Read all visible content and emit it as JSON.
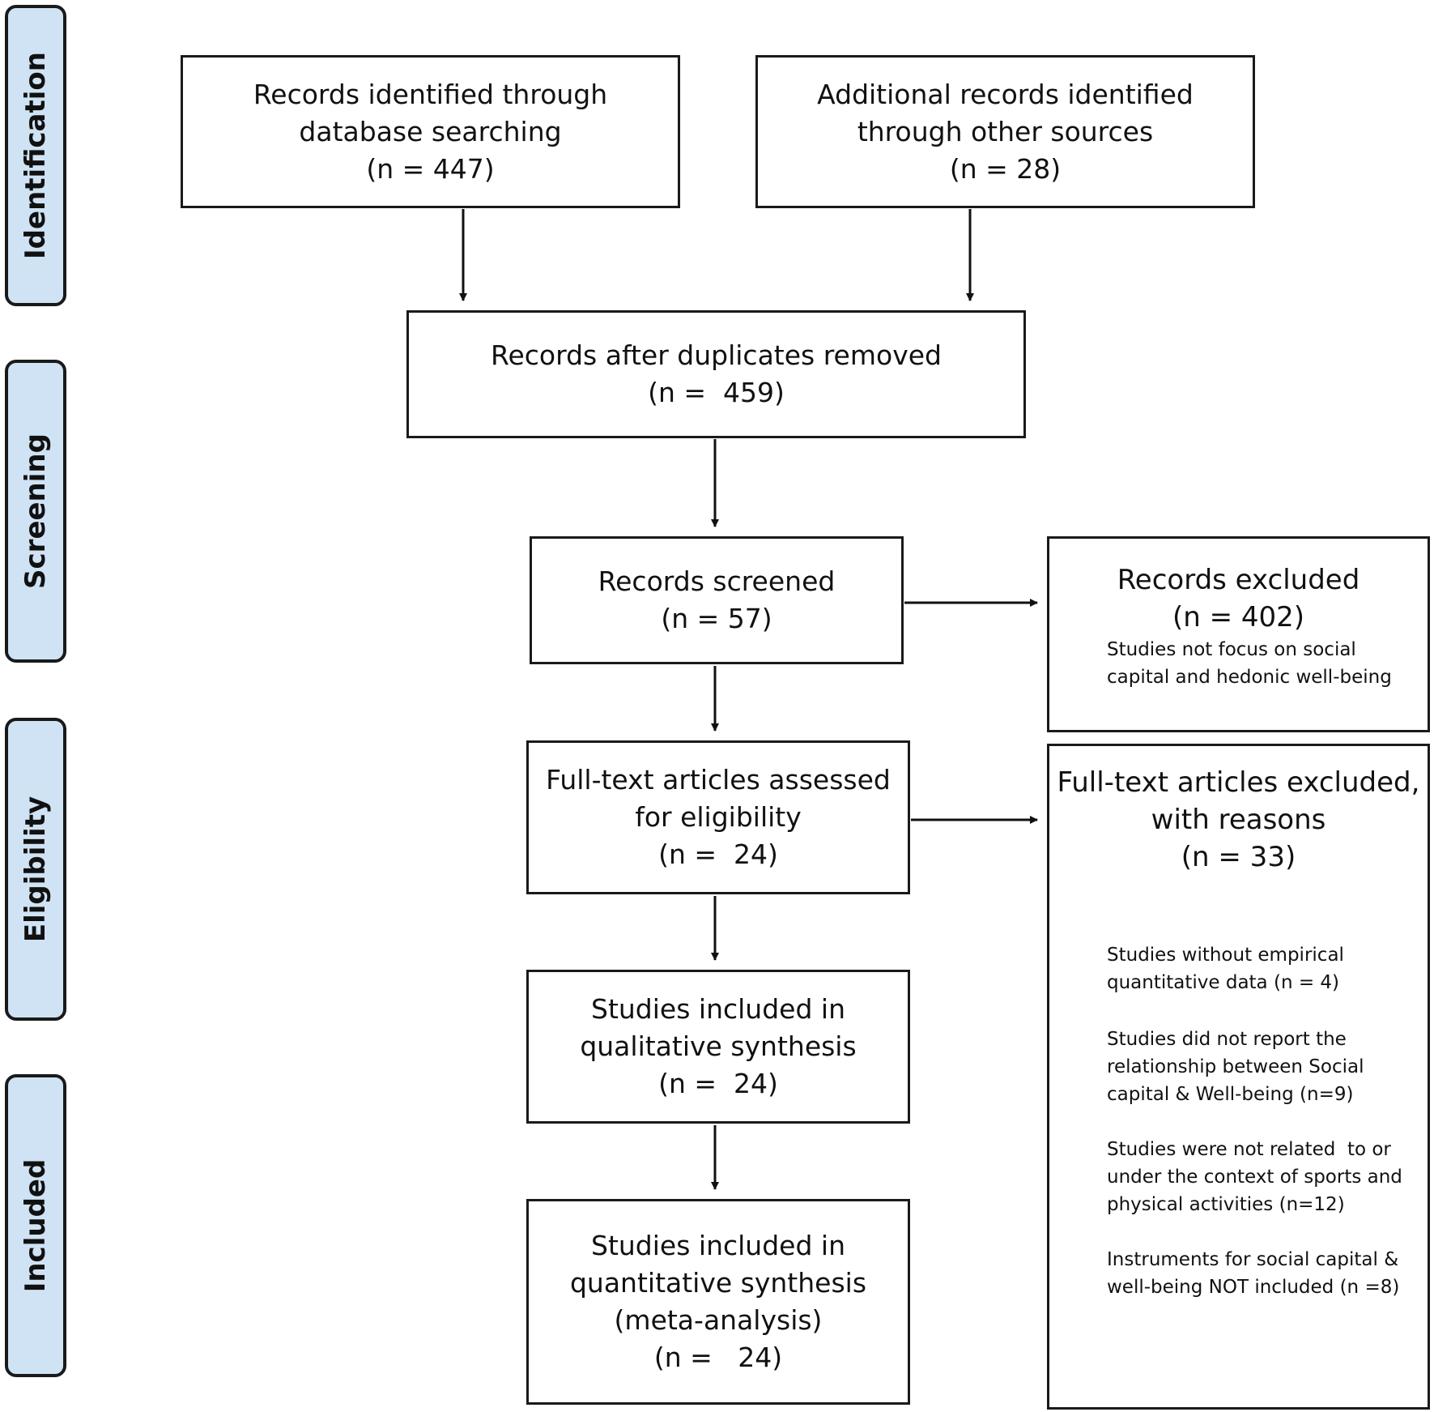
{
  "phases": {
    "identification": "Identification",
    "screening": "Screening",
    "eligibility": "Eligibility",
    "included": "Included"
  },
  "boxes": {
    "db_search": {
      "line1": "Records identified through",
      "line2": "database searching",
      "count": "(n = 447)"
    },
    "other_sources": {
      "line1": "Additional records identified",
      "line2": "through other sources",
      "count": "(n = 28)"
    },
    "after_duplicates": {
      "line1": "Records after duplicates removed",
      "count": "(n =  459)"
    },
    "screened": {
      "line1": "Records screened",
      "count": "(n = 57)"
    },
    "excluded": {
      "line1": "Records excluded",
      "count": "(n = 402)",
      "note_line1": "Studies not focus on social",
      "note_line2": "capital and hedonic well-being"
    },
    "fulltext_assessed": {
      "line1": "Full-text articles assessed",
      "line2": "for eligibility",
      "count": "(n =  24)"
    },
    "fulltext_excluded": {
      "line1": "Full-text articles excluded,",
      "line2": "with reasons",
      "count": "(n = 33)",
      "reasons": [
        [
          "Studies without empirical",
          "quantitative data (n = 4)"
        ],
        [
          "Studies did not report the",
          "relationship between Social",
          "capital & Well-being (n=9)"
        ],
        [
          "Studies were not related  to or",
          "under the context of sports and",
          "physical activities (n=12)"
        ],
        [
          "Instruments for social capital &",
          "well-being NOT included (n =8)"
        ]
      ]
    },
    "qualitative": {
      "line1": "Studies included in",
      "line2": "qualitative synthesis",
      "count": "(n =  24)"
    },
    "quantitative": {
      "line1": "Studies included in",
      "line2": "quantitative synthesis",
      "line3": "(meta-analysis)",
      "count": "(n =   24)"
    }
  }
}
